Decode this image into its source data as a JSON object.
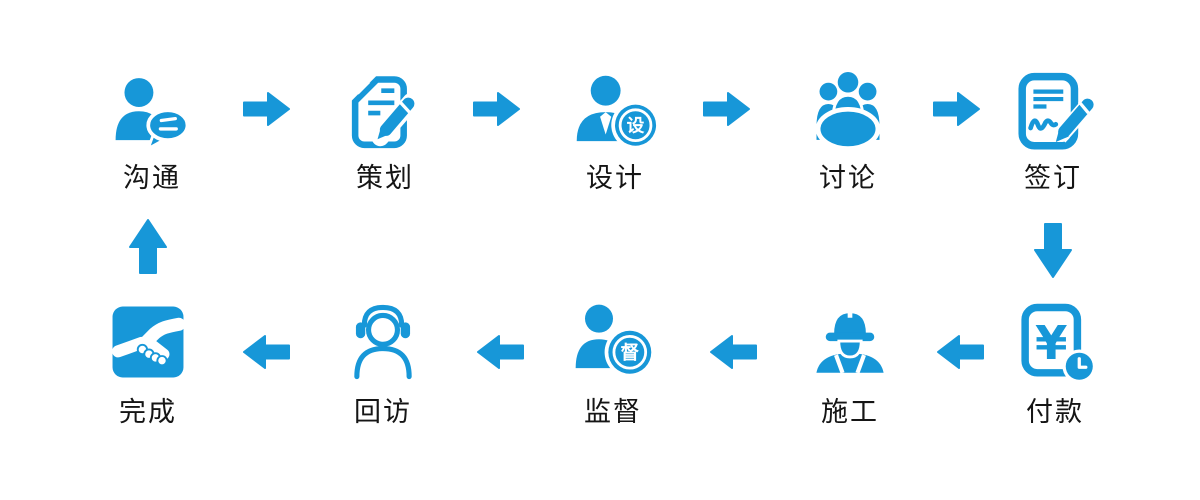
{
  "diagram": {
    "accent_color": "#1797d8",
    "text_color": "#151515",
    "background_color": "#ffffff",
    "flow_sequence": [
      "沟通",
      "策划",
      "设计",
      "讨论",
      "签订",
      "付款",
      "施工",
      "监督",
      "回访",
      "完成"
    ],
    "is_loop": true
  },
  "steps": [
    {
      "id": "communicate",
      "label": "沟通",
      "icon": "person-chat-icon"
    },
    {
      "id": "plan",
      "label": "策划",
      "icon": "document-pencil-icon"
    },
    {
      "id": "design",
      "label": "设计",
      "icon": "designer-badge-icon",
      "badge": "设"
    },
    {
      "id": "discuss",
      "label": "讨论",
      "icon": "meeting-group-icon"
    },
    {
      "id": "sign",
      "label": "签订",
      "icon": "contract-pen-icon"
    },
    {
      "id": "pay",
      "label": "付款",
      "icon": "invoice-yen-clock-icon",
      "symbol": "¥"
    },
    {
      "id": "construct",
      "label": "施工",
      "icon": "construction-worker-icon"
    },
    {
      "id": "supervise",
      "label": "监督",
      "icon": "supervisor-badge-icon",
      "badge": "督"
    },
    {
      "id": "callback",
      "label": "回访",
      "icon": "headset-person-icon"
    },
    {
      "id": "complete",
      "label": "完成",
      "icon": "handshake-icon"
    }
  ],
  "arrows": {
    "top_row_direction": "right",
    "bottom_row_direction": "left",
    "right_connector": "down",
    "left_connector": "up"
  }
}
